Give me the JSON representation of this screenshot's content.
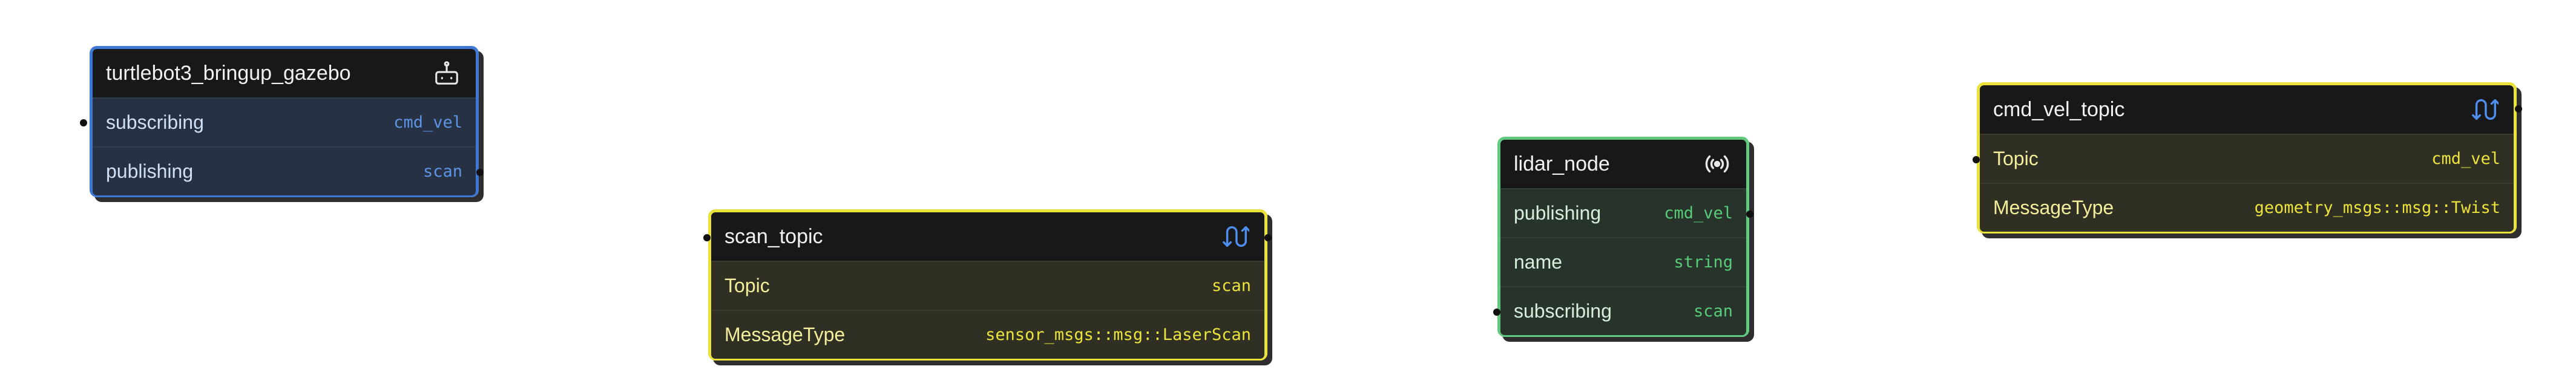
{
  "nodes": [
    {
      "title": "turtlebot3_bringup_gazebo",
      "icon": "robot-icon",
      "color": "#3f78d4",
      "rows": [
        {
          "label": "subscribing",
          "value": "cmd_vel"
        },
        {
          "label": "publishing",
          "value": "scan"
        }
      ]
    },
    {
      "title": "scan_topic",
      "icon": "topic-icon",
      "color": "#e9e23a",
      "rows": [
        {
          "label": "Topic",
          "value": "scan"
        },
        {
          "label": "MessageType",
          "value": "sensor_msgs::msg::LaserScan"
        }
      ]
    },
    {
      "title": "lidar_node",
      "icon": "broadcast-icon",
      "color": "#5fca7e",
      "rows": [
        {
          "label": "publishing",
          "value": "cmd_vel"
        },
        {
          "label": "name",
          "value": "string"
        },
        {
          "label": "subscribing",
          "value": "scan"
        }
      ]
    },
    {
      "title": "cmd_vel_topic",
      "icon": "topic-icon",
      "color": "#e9e23a",
      "rows": [
        {
          "label": "Topic",
          "value": "cmd_vel"
        },
        {
          "label": "MessageType",
          "value": "geometry_msgs::msg::Twist"
        }
      ]
    }
  ]
}
